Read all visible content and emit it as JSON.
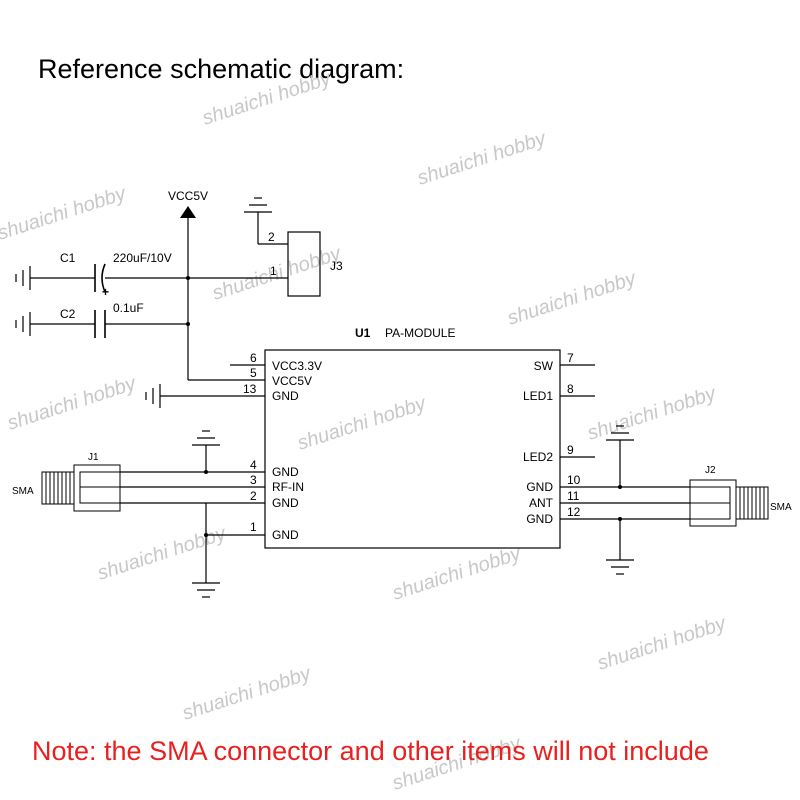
{
  "heading": "Reference schematic diagram:",
  "note": "Note: the SMA connector and other items will not include",
  "watermark": "shuaichi hobby",
  "colors": {
    "note": "#e8201f",
    "watermark": "#c8c8c8",
    "line": "#000000"
  },
  "power": {
    "label": "VCC5V"
  },
  "c1": {
    "ref": "C1",
    "value": "220uF/10V",
    "polarity": "+"
  },
  "c2": {
    "ref": "C2",
    "value": "0.1uF"
  },
  "j3": {
    "ref": "J3",
    "pin1": "1",
    "pin2": "2"
  },
  "u1": {
    "ref": "U1",
    "name": "PA-MODULE",
    "left_pins": [
      {
        "num": "6",
        "label": "VCC3.3V"
      },
      {
        "num": "5",
        "label": "VCC5V"
      },
      {
        "num": "13",
        "label": "GND"
      },
      {
        "num": "4",
        "label": "GND"
      },
      {
        "num": "3",
        "label": "RF-IN"
      },
      {
        "num": "2",
        "label": "GND"
      },
      {
        "num": "1",
        "label": "GND"
      }
    ],
    "right_pins": [
      {
        "num": "7",
        "label": "SW"
      },
      {
        "num": "8",
        "label": "LED1"
      },
      {
        "num": "9",
        "label": "LED2"
      },
      {
        "num": "10",
        "label": "GND"
      },
      {
        "num": "11",
        "label": "ANT"
      },
      {
        "num": "12",
        "label": "GND"
      }
    ]
  },
  "j1": {
    "ref": "J1",
    "type": "SMA"
  },
  "j2": {
    "ref": "J2",
    "type": "SMA"
  }
}
